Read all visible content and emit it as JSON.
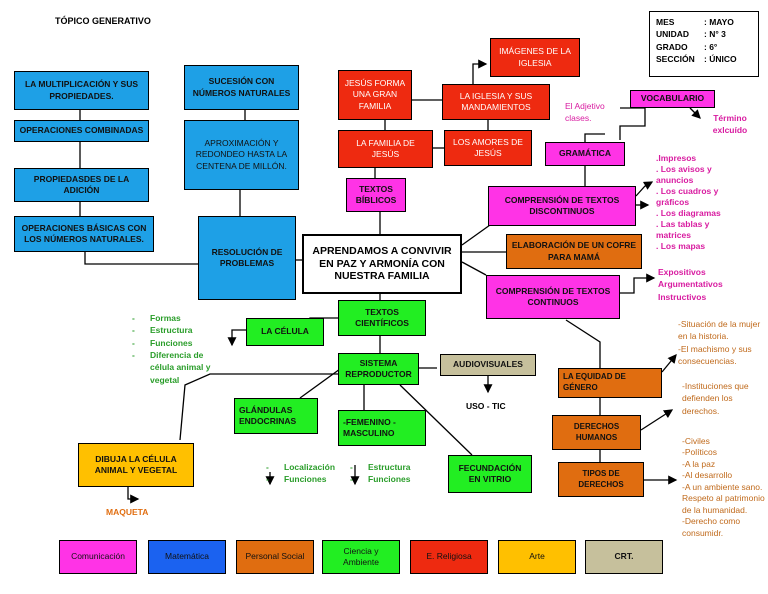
{
  "topico": "TÓPICO GENERATIVO",
  "info": {
    "mes_label": "MES",
    "mes_value": ": MAYO",
    "unidad_label": "UNIDAD",
    "unidad_value": ": N° 3",
    "grado_label": "GRADO",
    "grado_value": ": 6°",
    "seccion_label": "SECCIÓN",
    "seccion_value": ": ÚNICO"
  },
  "central": "APRENDAMOS A CONVIVIR EN PAZ Y ARMONÍA CON NUESTRA FAMILIA",
  "math": {
    "multiplicacion": "LA MULTIPLICACIÓN Y SUS PROPIEDADES.",
    "operaciones_combinadas": "OPERACIONES COMBINADAS",
    "propiedades_adicion": "PROPIEDASDES DE LA ADICIÓN",
    "operaciones_basicas": "OPERACIONES BÁSICAS CON LOS NÚMEROS NATURALES.",
    "sucesion": "SUCESIÓN CON NÚMEROS NATURALES",
    "aproximacion": "APROXIMACIÓN Y REDONDEO HASTA LA CENTENA DE MILLÓN.",
    "resolucion": "RESOLUCIÓN DE PROBLEMAS"
  },
  "religion": {
    "jesus_forma": "JESÚS FORMA UNA GRAN FAMILIA",
    "iglesia_mandamientos": "LA IGLESIA Y SUS MANDAMIENTOS",
    "imagenes": "IMÁGENES DE LA IGLESIA",
    "familia_jesus": "LA FAMILIA DE JESÚS",
    "amores": "LOS AMORES DE JESÚS",
    "textos_biblicos": "TEXTOS BÍBLICOS"
  },
  "comunicacion": {
    "adjetivo": "El Adjetivo clases.",
    "vocabulario": "VOCABULARIO",
    "termino": "Término exlcuído",
    "gramatica": "GRAMÁTICA",
    "discontinuos": "COMPRENSIÓN DE TEXTOS DISCONTINUOS",
    "discontinuos_list": [
      ".Impresos",
      ". Los avisos y anuncios",
      ". Los cuadros y gráficos",
      ". Los diagramas",
      ". Las tablas y matrices",
      ". Los mapas"
    ],
    "continuos": "COMPRENSIÓN DE TEXTOS CONTINUOS",
    "continuos_list": [
      "Expositivos",
      "Argumentativos",
      "Instructivos"
    ]
  },
  "arte": {
    "cofre": "ELABORACIÓN DE UN COFRE PARA MAMÁ"
  },
  "personal": {
    "equidad": "LA EQUIDAD DE GÉNERO",
    "equidad_list": [
      "-Situación de la mujer en la historia.",
      "-El machismo y sus consecuencias."
    ],
    "derechos_humanos": "DERECHOS HUMANOS",
    "derechos_list": [
      "-Instituciones que defienden los derechos."
    ],
    "tipos": "TIPOS DE DERECHOS",
    "tipos_list": [
      "-Civiles",
      "-Políticos",
      "-A la paz",
      "-Al desarrollo",
      "-A un ambiente sano.",
      "Respeto al patrimonio de la humanidad.",
      "-Derecho como consumidr."
    ]
  },
  "ciencia": {
    "textos_cientificos": "TEXTOS CIENTÍFICOS",
    "celula": "LA CÉLULA",
    "celula_list": [
      "Formas",
      "Estructura",
      "Funciones",
      "Diferencia de célula animal y vegetal"
    ],
    "sistema": "SISTEMA REPRODUCTOR",
    "audiovisuales": "AUDIOVISUALES",
    "uso_tic": "USO - TIC",
    "glandulas": "GLÁNDULAS ENDOCRINAS",
    "glandulas_list": [
      "Localización",
      "Funciones"
    ],
    "femenino": "-FEMENINO -MASCULINO",
    "femenino_list": [
      "Estructura",
      "Funciones"
    ],
    "fecundacion": "FECUNDACIÓN EN VITRIO",
    "dibuja": "DIBUJA LA CÉLULA ANIMAL Y VEGETAL",
    "maqueta": "MAQUETA"
  },
  "legend": [
    "Comunicación",
    "Matemática",
    "Personal Social",
    "Ciencia y Ambiente",
    "E. Religiosa",
    "Arte",
    "CRT."
  ],
  "colors": {
    "blue": "#1ea0e6",
    "red": "#ee2a10",
    "magenta": "#ff33e6",
    "green": "#22ee22",
    "orange": "#e06d10",
    "yellow": "#ffc000",
    "gray": "#c6c09c",
    "royal": "#1b62f0"
  }
}
